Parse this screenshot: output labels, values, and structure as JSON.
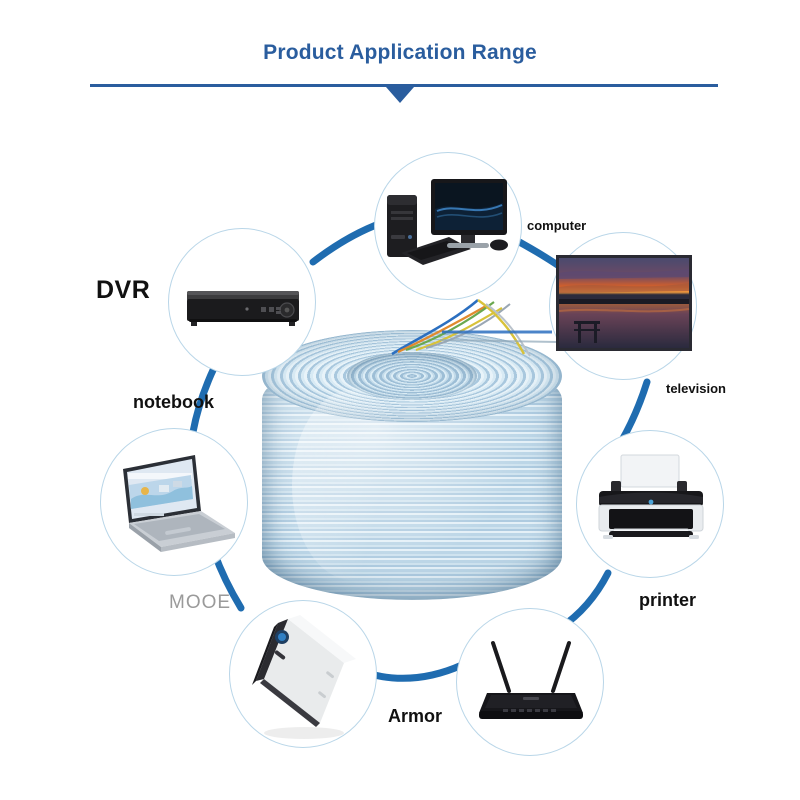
{
  "header": {
    "title": "Product Application Range",
    "rule_color": "#2a5d9e",
    "title_color": "#2a5d9e"
  },
  "diagram": {
    "center": {
      "name": "network-cable-coil",
      "description": "Coil of light blue twisted pair network cable",
      "jacket_color": "#bcd6e7"
    },
    "link_color": "#1f6cb0",
    "circle_border_color": "#b9d6e8",
    "nodes": [
      {
        "id": "dvr",
        "label": "DVR",
        "label_style": "big",
        "icon": "dvr-icon"
      },
      {
        "id": "computer",
        "label": "computer",
        "label_style": "sm",
        "icon": "desktop-computer-icon"
      },
      {
        "id": "television",
        "label": "television",
        "label_style": "sm",
        "icon": "television-icon"
      },
      {
        "id": "printer",
        "label": "printer",
        "label_style": "mid",
        "icon": "printer-icon"
      },
      {
        "id": "router",
        "label": "Armor",
        "label_style": "mid",
        "icon": "wifi-router-icon"
      },
      {
        "id": "powerbank",
        "label": "MOOE",
        "label_style": "gray",
        "icon": "power-bank-icon"
      },
      {
        "id": "notebook",
        "label": "notebook",
        "label_style": "mid",
        "icon": "laptop-icon"
      }
    ]
  }
}
